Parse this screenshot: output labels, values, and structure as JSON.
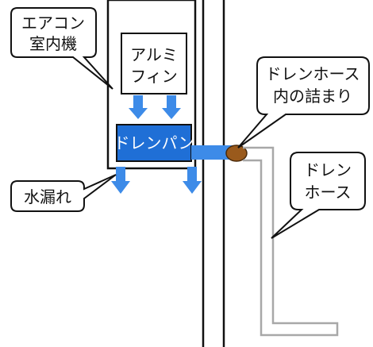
{
  "labels": {
    "aircon_line1": "エアコン",
    "aircon_line2": "室内機",
    "fin_line1": "アルミ",
    "fin_line2": "フィン",
    "drain_pan": "ドレンパン",
    "clog_line1": "ドレンホース",
    "clog_line2": "内の詰まり",
    "hose_line1": "ドレン",
    "hose_line2": "ホース",
    "leak": "水漏れ"
  },
  "colors": {
    "arrow_blue": "#3d8be8",
    "pan_fill": "#1f6fd6",
    "pipe_blue": "#3d8be8",
    "clog_brown": "#9a5a1c",
    "outline": "#111111",
    "hose_gray": "#9a9a9a"
  }
}
